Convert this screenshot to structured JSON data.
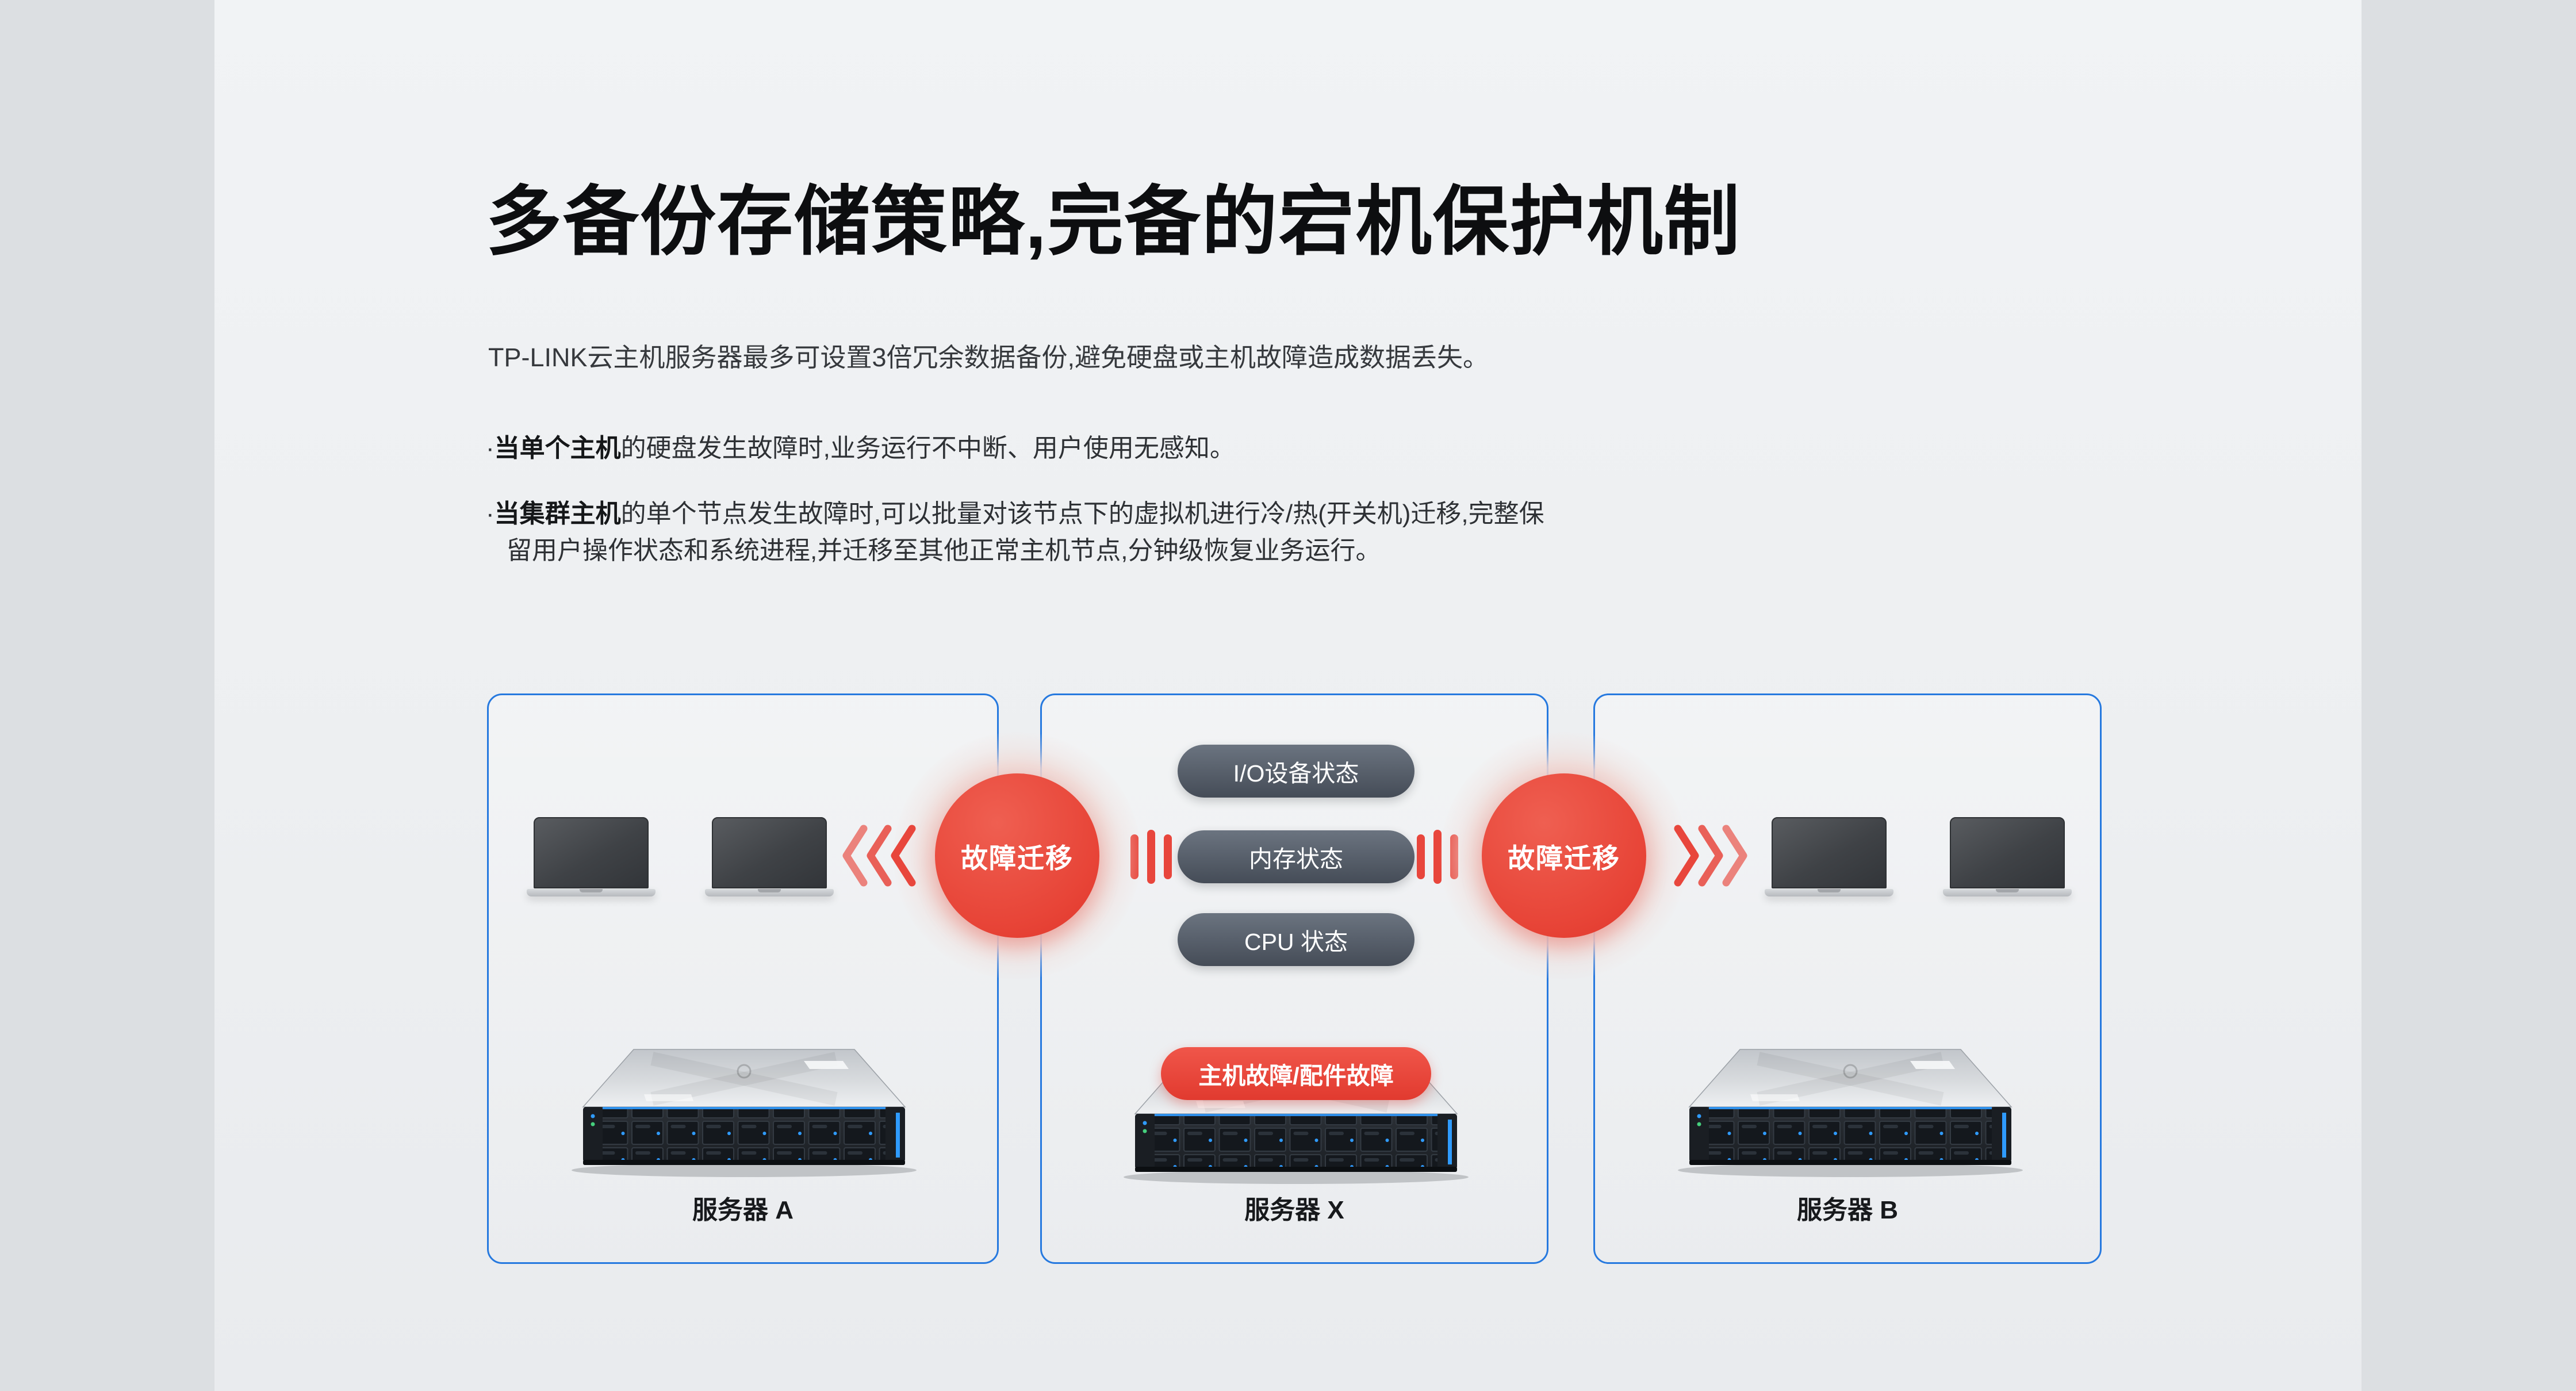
{
  "header": {
    "title": "多备份存储策略,完备的宕机保护机制",
    "subtitle": "TP-LINK云主机服务器最多可设置3倍冗余数据备份,避免硬盘或主机故障造成数据丢失。"
  },
  "bullets": [
    {
      "marker": "·",
      "bold": "当单个主机",
      "rest": "的硬盘发生故障时,业务运行不中断、用户使用无感知。"
    },
    {
      "marker": "·",
      "bold": "当集群主机",
      "rest": "的单个节点发生故障时,可以批量对该节点下的虚拟机进行冷/热(开关机)迁移,完整保留用户操作状态和系统进程,并迁移至其他正常主机节点,分钟级恢复业务运行。"
    }
  ],
  "diagram": {
    "server_a_label": "服务器 A",
    "server_x_label": "服务器 X",
    "server_b_label": "服务器 B",
    "status_pills": [
      "I/O设备状态",
      "内存状态",
      "CPU 状态"
    ],
    "fault_pill": "主机故障/配件故障",
    "failover_left": "故障迁移",
    "failover_right": "故障迁移",
    "colors": {
      "accent_red": "#e8463c",
      "card_border_blue": "#2679df",
      "pill_dark": "#49505b",
      "page_background": "#edeff1"
    }
  }
}
